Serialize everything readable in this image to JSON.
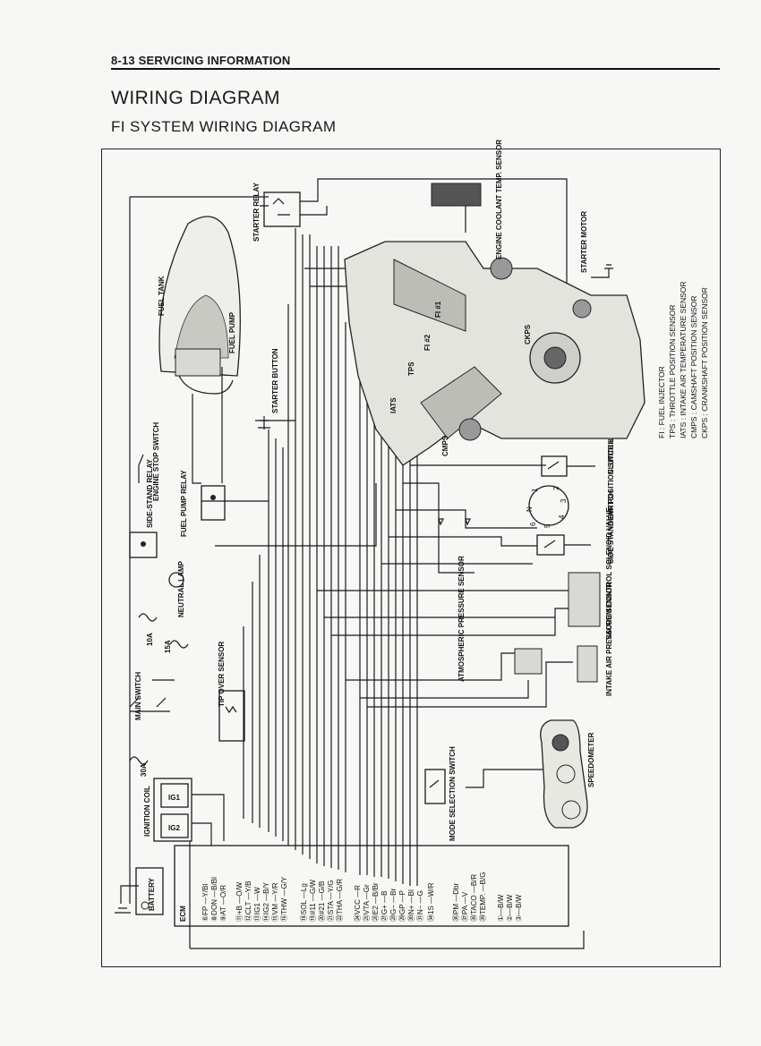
{
  "header": {
    "section": "8-13 SERVICING INFORMATION"
  },
  "titles": {
    "main": "WIRING DIAGRAM",
    "sub": "FI SYSTEM WIRING DIAGRAM"
  },
  "components": {
    "starter_relay": "STARTER RELAY",
    "fuel_tank": "FUEL TANK",
    "fuel_pump": "FUEL PUMP",
    "starter_button": "STARTER BUTTON",
    "engine_stop_switch": "ENGINE STOP SWITCH",
    "fuel_pump_relay": "FUEL PUMP RELAY",
    "side_stand_relay": "SIDE-STAND RELAY",
    "neutral_lamp": "NEUTRAL LAMP",
    "main_switch": "MAIN SWITCH",
    "tip_over_sensor": "TIP OVER SENSOR",
    "ignition_coil": "IGNITION COIL",
    "battery": "BATTERY",
    "ecm": "ECM",
    "mode_selection_switch": "MODE SELECTION SWITCH",
    "atmospheric_pressure_sensor": "ATMOSPHERIC PRESSURE SENSOR",
    "intake_air_pressure_sensor": "INTAKE AIR PRESSURE SENSOR",
    "vacuum_control_solenoid_valve": "VACUUM CONTROL SOLENOID VALVE",
    "side_stand_switch": "SIDE STAND SWITCH",
    "gear_position_switch": "GEAR POSITION SWITCH",
    "clutch_lever_position_switch": "CLUTCH LEVER POSITION SWITCH",
    "engine_coolant_temp_sensor": "ENGINE COOLANT TEMP. SENSOR",
    "starter_motor": "STARTER MOTOR",
    "speedometer": "SPEEDOMETER",
    "ckps": "CKPS",
    "cmps": "CMPS",
    "iats": "IATS",
    "tps": "TPS",
    "fi1": "FI #1",
    "fi2": "FI #2",
    "fuse_30a": "30A",
    "fuse_10a": "10A",
    "fuse_15a": "15A",
    "ig1": "IG1",
    "ig2": "IG2"
  },
  "ecm_pins": [
    "⑥FP —Y/Bl",
    "⑧DON —B/Bl",
    "⑨AT —O/R",
    "⑪+B —O/W",
    "⑫CLT —Y/B",
    "⑬IG1 —W",
    "⑭IG2 —B/Y",
    "⑮VM —Y/R",
    "⑯THW —G/Y",
    "⑱SOL —Lg",
    "⑲#11 —G/W",
    "⑳#21 —G/B",
    "㉑STA —Y/G",
    "㉒THA —G/R",
    "㉔VCC —R",
    "㉕VTA —Gr",
    "㉖E2 —B/Br",
    "㉗G+ —B",
    "㉘G− —Br",
    "㉙GP —P",
    "㉚N+ —Bl",
    "㉛N− —G",
    "㉞1S —W/R",
    "㊱PM —Dbr",
    "㊲PA —V",
    "㊳TACO —B/R",
    "㊴TEMP. —B/G",
    "①—B/W",
    "②—B/W",
    "③—B/W"
  ],
  "legend": [
    "FI      : FUEL INJECTOR",
    "TPS    : THROTTLE POSITION SENSOR",
    "IATS  : INTAKE AIR TEMPERATURE SENSOR",
    "CMPS : CAMSHAFT POSITION SENSOR",
    "CKPS : CRANKSHAFT POSITION SENSOR"
  ],
  "gear_positions": [
    "N",
    "1",
    "2",
    "3",
    "4",
    "5",
    "6"
  ]
}
